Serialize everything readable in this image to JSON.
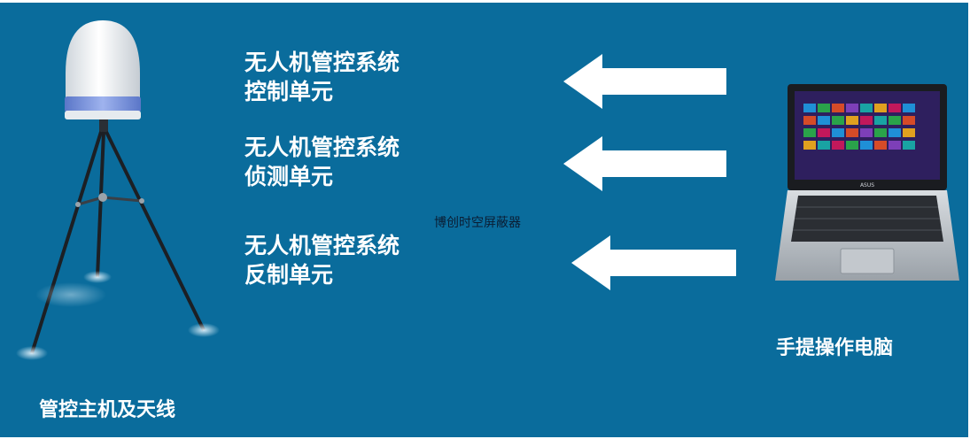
{
  "units": [
    {
      "line1": "无人机管控系统",
      "line2": "控制单元"
    },
    {
      "line1": "无人机管控系统",
      "line2": "侦测单元"
    },
    {
      "line1": "无人机管控系统",
      "line2": "反制单元"
    }
  ],
  "host_caption": "管控主机及天线",
  "laptop_caption": "手提操作电脑",
  "watermark": "博创时空屏蔽器",
  "laptop_brand": "ASUS",
  "colors": {
    "background": "#0a6c9c",
    "text": "#ffffff",
    "arrow": "#ffffff",
    "antenna_band": "#6f8fdc"
  }
}
